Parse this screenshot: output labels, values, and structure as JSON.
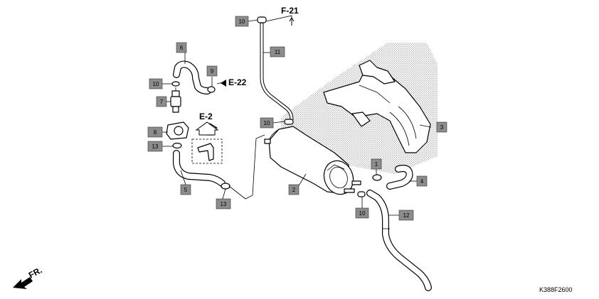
{
  "callouts": [
    {
      "id": "c1",
      "label": "1"
    },
    {
      "id": "c2",
      "label": "2"
    },
    {
      "id": "c3",
      "label": "3"
    },
    {
      "id": "c4",
      "label": "4"
    },
    {
      "id": "c5",
      "label": "5"
    },
    {
      "id": "c6",
      "label": "6"
    },
    {
      "id": "c7",
      "label": "7"
    },
    {
      "id": "c8",
      "label": "8"
    },
    {
      "id": "c9",
      "label": "9"
    },
    {
      "id": "c10a",
      "label": "10"
    },
    {
      "id": "c10b",
      "label": "10"
    },
    {
      "id": "c10c",
      "label": "10"
    },
    {
      "id": "c10d",
      "label": "10"
    },
    {
      "id": "c11",
      "label": "11"
    },
    {
      "id": "c12",
      "label": "12"
    },
    {
      "id": "c13a",
      "label": "13"
    },
    {
      "id": "c13b",
      "label": "13"
    }
  ],
  "refs": {
    "f21": "F-21",
    "e22": "E-22",
    "e2": "E-2",
    "front": "FR."
  },
  "drawing_id": "K388F2600"
}
